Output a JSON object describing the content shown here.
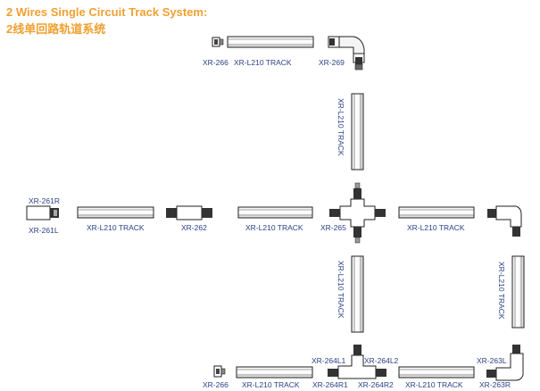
{
  "title_en": "2 Wires Single Circuit Track System:",
  "title_cn": "2线单回路轨道系统",
  "labels": {
    "xr266_top": "XR-266",
    "track_top": "XR-L210 TRACK",
    "xr269": "XR-269",
    "track_vert_1": "XR-L210 TRACK",
    "xr261r": "XR-261R",
    "xr261l": "XR-261L",
    "track_mid_1": "XR-L210 TRACK",
    "xr262": "XR-262",
    "track_mid_2": "XR-L210 TRACK",
    "xr265": "XR-265",
    "track_mid_3": "XR-L210 TRACK",
    "track_vert_2": "XR-L210 TRACK",
    "track_vert_3": "XR-L210 TRACK",
    "xr264l1": "XR-264L1",
    "xr264l2": "XR-264L2",
    "xr263l": "XR-263L",
    "xr266_bot": "XR-266",
    "track_bot_1": "XR-L210 TRACK",
    "xr264r1": "XR-264R1",
    "xr264r2": "XR-264R2",
    "track_bot_2": "XR-L210 TRACK",
    "xr263r": "XR-263R"
  }
}
